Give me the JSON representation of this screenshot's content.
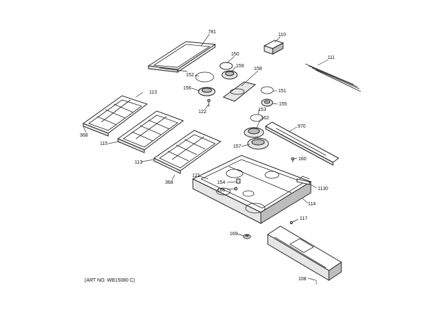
{
  "diagram": {
    "art_number": "(ART NO. WB15080 C)",
    "callouts": {
      "c781": "781",
      "c110": "110",
      "c150": "150",
      "c159": "159",
      "c158": "158",
      "c111": "111",
      "c152": "152",
      "c156": "156",
      "c122": "122",
      "c151": "151",
      "c155": "155",
      "c153": "153",
      "c162": "162",
      "c113a": "113",
      "c970": "970",
      "c368a": "368",
      "c115": "115",
      "c157": "157",
      "c160": "160",
      "c113b": "113",
      "c121": "121",
      "c154": "154",
      "c166": "166",
      "c368b": "368",
      "c1130": "1130",
      "c114": "114",
      "c117": "117",
      "c169": "169",
      "c108": "108"
    }
  }
}
